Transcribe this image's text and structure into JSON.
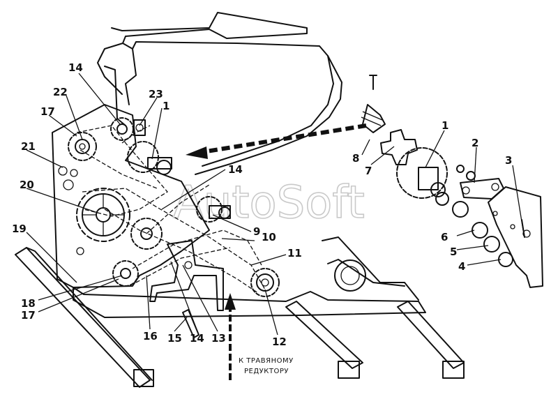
{
  "diagram": {
    "watermark": "AutoSoft",
    "caption_lines": [
      "К ТРАВЯНОМУ",
      "РЕДУКТОРУ"
    ],
    "callouts": [
      {
        "id": "c14a",
        "text": "14"
      },
      {
        "id": "c22",
        "text": "22"
      },
      {
        "id": "c17a",
        "text": "17"
      },
      {
        "id": "c23",
        "text": "23"
      },
      {
        "id": "c1a",
        "text": "1"
      },
      {
        "id": "c21",
        "text": "21"
      },
      {
        "id": "c20",
        "text": "20"
      },
      {
        "id": "c14b",
        "text": "14"
      },
      {
        "id": "c19",
        "text": "19"
      },
      {
        "id": "c9",
        "text": "9"
      },
      {
        "id": "c10",
        "text": "10"
      },
      {
        "id": "c11",
        "text": "11"
      },
      {
        "id": "c18",
        "text": "18"
      },
      {
        "id": "c17b",
        "text": "17"
      },
      {
        "id": "c16",
        "text": "16"
      },
      {
        "id": "c15",
        "text": "15"
      },
      {
        "id": "c14c",
        "text": "14"
      },
      {
        "id": "c13",
        "text": "13"
      },
      {
        "id": "c12",
        "text": "12"
      },
      {
        "id": "c8",
        "text": "8"
      },
      {
        "id": "c7",
        "text": "7"
      },
      {
        "id": "c1b",
        "text": "1"
      },
      {
        "id": "c2",
        "text": "2"
      },
      {
        "id": "c3",
        "text": "3"
      },
      {
        "id": "c6",
        "text": "6"
      },
      {
        "id": "c5",
        "text": "5"
      },
      {
        "id": "c4",
        "text": "4"
      }
    ]
  }
}
